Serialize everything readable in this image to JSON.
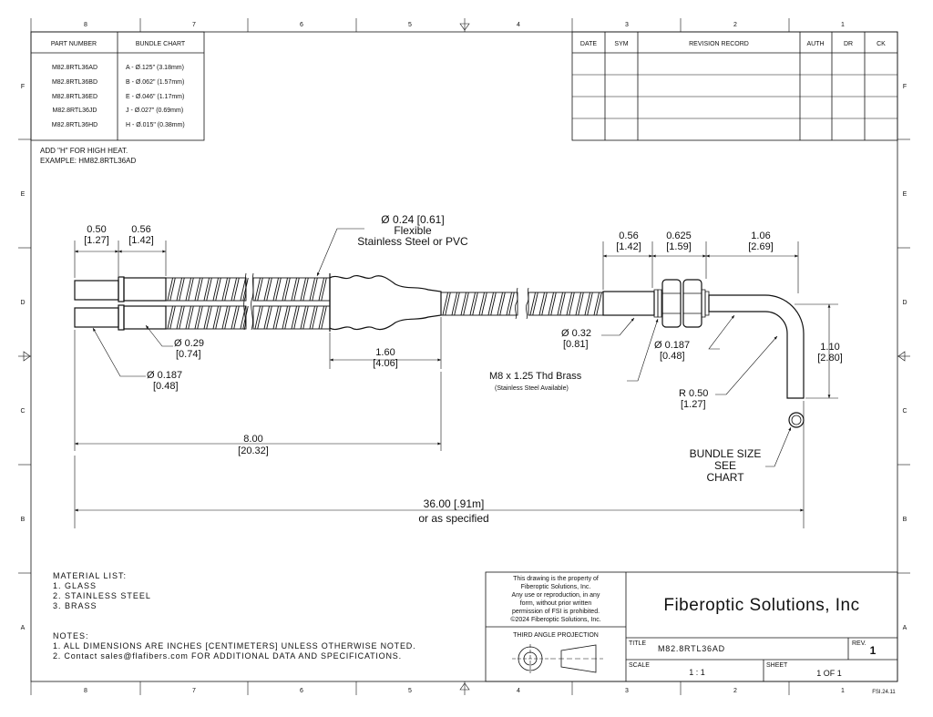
{
  "border": {
    "columns": [
      "8",
      "7",
      "6",
      "5",
      "4",
      "3",
      "2",
      "1"
    ],
    "rows": [
      "F",
      "E",
      "D",
      "C",
      "B",
      "A"
    ]
  },
  "parts_table": {
    "headers": [
      "PART NUMBER",
      "BUNDLE CHART"
    ],
    "rows": [
      [
        "M82.8RTL36AD",
        "A - Ø.125\" (3.18mm)"
      ],
      [
        "M82.8RTL36BD",
        "B - Ø.062\" (1.57mm)"
      ],
      [
        "M82.8RTL36ED",
        "E - Ø.046\" (1.17mm)"
      ],
      [
        "M82.8RTL36JD",
        "J - Ø.027\" (0.69mm)"
      ],
      [
        "M82.8RTL36HD",
        "H - Ø.015\" (0.38mm)"
      ]
    ]
  },
  "revision_table": {
    "headers": [
      "DATE",
      "SYM",
      "REVISION RECORD",
      "AUTH",
      "DR",
      "CK"
    ]
  },
  "notes_top": [
    "ADD \"H\" FOR HIGH HEAT.",
    "EXAMPLE: HM82.8RTL36AD"
  ],
  "dims": {
    "d050": "0.50",
    "d050m": "[1.27]",
    "d056a": "0.56",
    "d056am": "[1.42]",
    "d024": "Ø 0.24 [0.61]",
    "flexible": "Flexible",
    "material": "Stainless Steel or PVC",
    "d029": "Ø 0.29",
    "d029m": "[0.74]",
    "d0187a": "Ø 0.187",
    "d0187am": "[0.48]",
    "d160": "1.60",
    "d160m": "[4.06]",
    "d800": "8.00",
    "d800m": "[20.32]",
    "d3600": "36.00 [.91m]",
    "d3600b": "or as specified",
    "d056b": "0.56",
    "d056bm": "[1.42]",
    "d0625": "0.625",
    "d0625m": "[1.59]",
    "d106": "1.06",
    "d106m": "[2.69]",
    "d032": "Ø 0.32",
    "d032m": "[0.81]",
    "d0187b": "Ø 0.187",
    "d0187bm": "[0.48]",
    "m8": "M8 x 1.25 Thd Brass",
    "m8b": "(Stainless Steel Available)",
    "r050": "R 0.50",
    "r050m": "[1.27]",
    "d110": "1.10",
    "d110m": "[2.80]",
    "bundle1": "BUNDLE SIZE",
    "bundle2": "SEE",
    "bundle3": "CHART"
  },
  "material_list": {
    "title": "MATERIAL LIST:",
    "items": [
      "1.    GLASS",
      "2.    STAINLESS STEEL",
      "3.    BRASS"
    ]
  },
  "notes": {
    "title": "NOTES:",
    "items": [
      "1.    ALL DIMENSIONS ARE INCHES [CENTIMETERS] UNLESS OTHERWISE NOTED.",
      "2.    Contact sales@flafibers.com FOR ADDITIONAL DATA AND SPECIFICATIONS."
    ]
  },
  "title_block": {
    "property_lines": [
      "This drawing is the property of",
      "Fiberoptic Solutions, Inc.",
      "Any use or reproduction, in any",
      "form, without prior written",
      "permission of FSI is prohibited.",
      "©2024 Fiberoptic Solutions, Inc."
    ],
    "projection": "THIRD ANGLE PROJECTION",
    "company": "Fiberoptic Solutions, Inc",
    "title_label": "TITLE",
    "title_value": "M82.8RTL36AD",
    "rev_label": "REV.",
    "rev_value": "1",
    "scale_label": "SCALE",
    "scale_value": "1  :  1",
    "sheet_label": "SHEET",
    "sheet_value": "1   OF 1"
  },
  "doc_code": "FSI.24.11"
}
